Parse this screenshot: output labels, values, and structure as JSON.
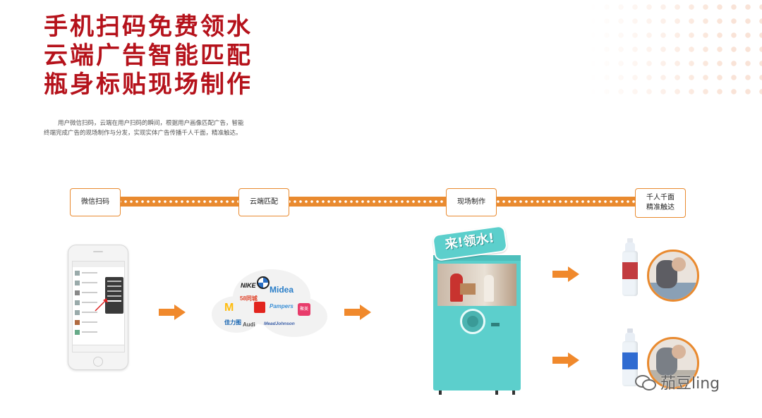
{
  "headline": {
    "line1": "手机扫码免费领水",
    "line2": "云端广告智能匹配",
    "line3": "瓶身标贴现场制作"
  },
  "description": {
    "line1": "用户微信扫码，云端在用户扫码的瞬间，根据用户画像匹配广告，智能",
    "line2": "终端完成广告的现场制作与分发，实现实体广告传播千人千面，精准触达。"
  },
  "steps": [
    {
      "label": "微信扫码"
    },
    {
      "label": "云端匹配"
    },
    {
      "label": "现场制作"
    },
    {
      "label_line1": "千人千面",
      "label_line2": "精准触达"
    }
  ],
  "brands": {
    "nike": "NIKE",
    "midea": "Midea",
    "tongcheng": "58同城",
    "pampers": "Pampers",
    "jumei": "聚美",
    "audi": "Audi",
    "gibbon": "佳力图",
    "meadjohnson": "MeadJohnson"
  },
  "machine_sign": "来!领水!",
  "watermark": {
    "text": "茄豆ling",
    "icon": "wechat-icon"
  },
  "colors": {
    "headline": "#b5121b",
    "accent": "#e98a2f",
    "machine": "#5ccfcc"
  }
}
